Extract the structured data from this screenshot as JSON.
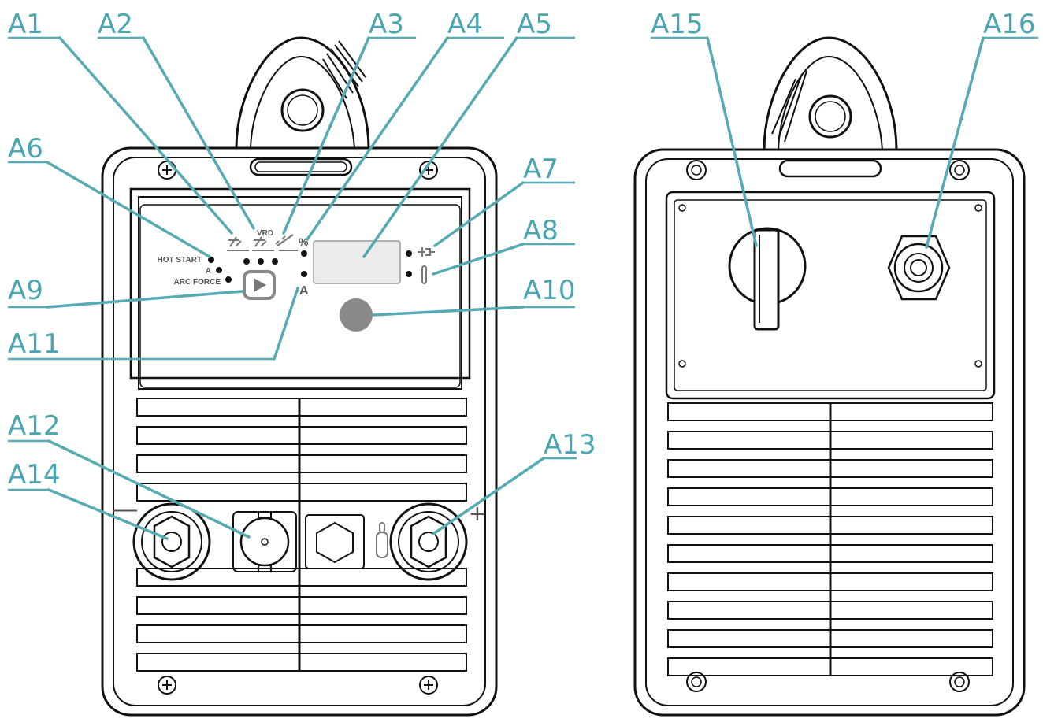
{
  "front_view": {
    "panel_texts": {
      "hot_start": "HOT START",
      "a_small": "A",
      "arc_force": "ARC FORCE",
      "vrd": "VRD",
      "percent": "%",
      "amps": "A"
    },
    "plus_sign": "+",
    "minus_sign": "—"
  },
  "callouts": [
    {
      "id": "A1",
      "label": "A1"
    },
    {
      "id": "A2",
      "label": "A2"
    },
    {
      "id": "A3",
      "label": "A3"
    },
    {
      "id": "A4",
      "label": "A4"
    },
    {
      "id": "A5",
      "label": "A5"
    },
    {
      "id": "A6",
      "label": "A6"
    },
    {
      "id": "A7",
      "label": "A7"
    },
    {
      "id": "A8",
      "label": "A8"
    },
    {
      "id": "A9",
      "label": "A9"
    },
    {
      "id": "A10",
      "label": "A10"
    },
    {
      "id": "A11",
      "label": "A11"
    },
    {
      "id": "A12",
      "label": "A12"
    },
    {
      "id": "A13",
      "label": "A13"
    },
    {
      "id": "A14",
      "label": "A14"
    },
    {
      "id": "A15",
      "label": "A15"
    },
    {
      "id": "A16",
      "label": "A16"
    }
  ],
  "colors": {
    "callout": "#4aa6b0",
    "ink": "#111111",
    "panel_display": "#e6e6e6",
    "knob": "#8a8a8a"
  }
}
